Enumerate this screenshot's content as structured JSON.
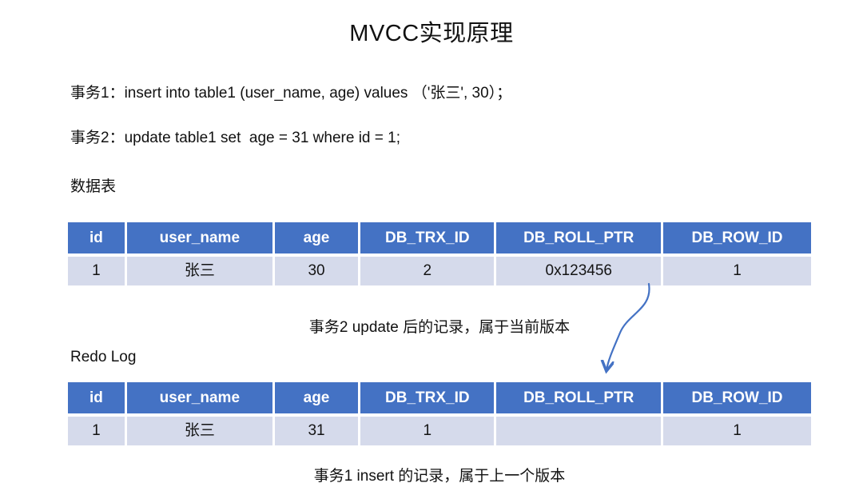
{
  "title": "MVCC实现原理",
  "statements": [
    {
      "text": "事务1：insert into table1 (user_name, age) values （'张三', 30）；"
    },
    {
      "text": "事务2：update table1 set  age = 31 where id = 1;"
    }
  ],
  "data_table": {
    "label": "数据表",
    "columns": [
      "id",
      "user_name",
      "age",
      "DB_TRX_ID",
      "DB_ROLL_PTR",
      "DB_ROW_ID"
    ],
    "row": [
      "1",
      "张三",
      "30",
      "2",
      "0x123456",
      "1"
    ],
    "caption": "事务2 update 后的记录，属于当前版本"
  },
  "redo_log": {
    "label": "Redo Log",
    "columns": [
      "id",
      "user_name",
      "age",
      "DB_TRX_ID",
      "DB_ROLL_PTR",
      "DB_ROW_ID"
    ],
    "row": [
      "1",
      "张三",
      "31",
      "1",
      "",
      "1"
    ],
    "caption": "事务1 insert 的记录，属于上一个版本"
  },
  "arrow": {
    "meaning": "DB_ROLL_PTR 0x123456 points to previous version row in Redo Log"
  },
  "colors": {
    "header_bg": "#4472C4",
    "row_bg": "#D5DAEB",
    "arrow": "#4472C4"
  }
}
